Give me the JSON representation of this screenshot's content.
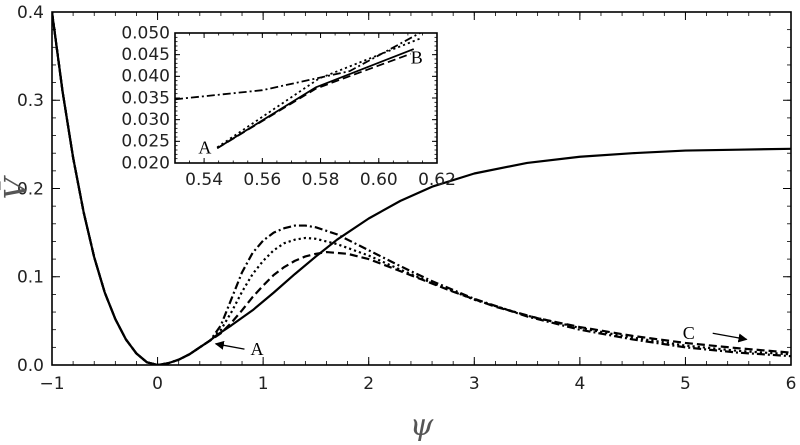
{
  "chart_data": [
    {
      "type": "line",
      "title": "",
      "xlabel": "ψ",
      "ylabel": "V̄",
      "xlim": [
        -1,
        6
      ],
      "ylim": [
        0,
        0.4
      ],
      "xticks": [
        -1,
        0,
        1,
        2,
        3,
        4,
        5,
        6
      ],
      "yticks": [
        "0.0",
        "0.1",
        "0.2",
        "0.3",
        "0.4"
      ],
      "frame": true,
      "grid": false,
      "series": [
        {
          "style": "solid",
          "points": [
            [
              -1,
              0.4
            ],
            [
              -0.9,
              0.31
            ],
            [
              -0.8,
              0.235
            ],
            [
              -0.7,
              0.173
            ],
            [
              -0.6,
              0.122
            ],
            [
              -0.5,
              0.082
            ],
            [
              -0.4,
              0.052
            ],
            [
              -0.3,
              0.029
            ],
            [
              -0.2,
              0.013
            ],
            [
              -0.1,
              0.003
            ],
            [
              0,
              0
            ],
            [
              0.1,
              0.002
            ],
            [
              0.2,
              0.006
            ],
            [
              0.3,
              0.012
            ],
            [
              0.4,
              0.02
            ],
            [
              0.5,
              0.028
            ],
            [
              0.55,
              0.033
            ],
            [
              0.7,
              0.045
            ],
            [
              0.9,
              0.062
            ],
            [
              1.1,
              0.082
            ],
            [
              1.3,
              0.103
            ],
            [
              1.5,
              0.123
            ],
            [
              1.7,
              0.142
            ],
            [
              2.0,
              0.166
            ],
            [
              2.3,
              0.186
            ],
            [
              2.6,
              0.202
            ],
            [
              3.0,
              0.217
            ],
            [
              3.5,
              0.229
            ],
            [
              4.0,
              0.236
            ],
            [
              4.5,
              0.24
            ],
            [
              5.0,
              0.243
            ],
            [
              5.5,
              0.244
            ],
            [
              6.0,
              0.245
            ]
          ]
        },
        {
          "style": "dashed",
          "points": [
            [
              -1,
              0.4
            ],
            [
              -0.9,
              0.31
            ],
            [
              -0.8,
              0.235
            ],
            [
              -0.7,
              0.173
            ],
            [
              -0.6,
              0.122
            ],
            [
              -0.5,
              0.082
            ],
            [
              -0.4,
              0.052
            ],
            [
              -0.3,
              0.029
            ],
            [
              -0.2,
              0.013
            ],
            [
              -0.1,
              0.003
            ],
            [
              0,
              0
            ],
            [
              0.1,
              0.002
            ],
            [
              0.2,
              0.006
            ],
            [
              0.3,
              0.012
            ],
            [
              0.4,
              0.02
            ],
            [
              0.5,
              0.028
            ],
            [
              0.6,
              0.036
            ],
            [
              0.7,
              0.048
            ],
            [
              0.8,
              0.062
            ],
            [
              0.9,
              0.077
            ],
            [
              1.0,
              0.09
            ],
            [
              1.1,
              0.102
            ],
            [
              1.2,
              0.111
            ],
            [
              1.3,
              0.118
            ],
            [
              1.4,
              0.123
            ],
            [
              1.5,
              0.126
            ],
            [
              1.6,
              0.128
            ],
            [
              1.8,
              0.126
            ],
            [
              2.0,
              0.12
            ],
            [
              2.2,
              0.111
            ],
            [
              2.5,
              0.097
            ],
            [
              2.8,
              0.083
            ],
            [
              3.2,
              0.066
            ],
            [
              3.6,
              0.053
            ],
            [
              4.0,
              0.043
            ],
            [
              4.5,
              0.033
            ],
            [
              5.0,
              0.025
            ],
            [
              5.5,
              0.019
            ],
            [
              6.0,
              0.014
            ]
          ]
        },
        {
          "style": "dotted",
          "points": [
            [
              -1,
              0.4
            ],
            [
              -0.9,
              0.31
            ],
            [
              -0.8,
              0.235
            ],
            [
              -0.7,
              0.173
            ],
            [
              -0.6,
              0.122
            ],
            [
              -0.5,
              0.082
            ],
            [
              -0.4,
              0.052
            ],
            [
              -0.3,
              0.029
            ],
            [
              -0.2,
              0.013
            ],
            [
              -0.1,
              0.003
            ],
            [
              0,
              0
            ],
            [
              0.1,
              0.002
            ],
            [
              0.2,
              0.006
            ],
            [
              0.3,
              0.012
            ],
            [
              0.4,
              0.02
            ],
            [
              0.5,
              0.028
            ],
            [
              0.6,
              0.04
            ],
            [
              0.7,
              0.06
            ],
            [
              0.8,
              0.083
            ],
            [
              0.9,
              0.103
            ],
            [
              1.0,
              0.118
            ],
            [
              1.1,
              0.13
            ],
            [
              1.2,
              0.138
            ],
            [
              1.3,
              0.142
            ],
            [
              1.4,
              0.144
            ],
            [
              1.5,
              0.143
            ],
            [
              1.7,
              0.137
            ],
            [
              2.0,
              0.124
            ],
            [
              2.3,
              0.108
            ],
            [
              2.6,
              0.093
            ],
            [
              3.0,
              0.074
            ],
            [
              3.5,
              0.056
            ],
            [
              4.0,
              0.042
            ],
            [
              4.5,
              0.031
            ],
            [
              5.0,
              0.022
            ],
            [
              5.5,
              0.016
            ],
            [
              6.0,
              0.012
            ]
          ]
        },
        {
          "style": "dashdot",
          "points": [
            [
              -1,
              0.4
            ],
            [
              -0.9,
              0.31
            ],
            [
              -0.8,
              0.235
            ],
            [
              -0.7,
              0.173
            ],
            [
              -0.6,
              0.122
            ],
            [
              -0.5,
              0.082
            ],
            [
              -0.4,
              0.052
            ],
            [
              -0.3,
              0.029
            ],
            [
              -0.2,
              0.013
            ],
            [
              -0.1,
              0.003
            ],
            [
              0,
              0
            ],
            [
              0.1,
              0.002
            ],
            [
              0.2,
              0.006
            ],
            [
              0.3,
              0.012
            ],
            [
              0.4,
              0.02
            ],
            [
              0.5,
              0.028
            ],
            [
              0.6,
              0.045
            ],
            [
              0.7,
              0.075
            ],
            [
              0.8,
              0.105
            ],
            [
              0.9,
              0.127
            ],
            [
              1.0,
              0.141
            ],
            [
              1.1,
              0.15
            ],
            [
              1.2,
              0.155
            ],
            [
              1.3,
              0.158
            ],
            [
              1.4,
              0.158
            ],
            [
              1.5,
              0.156
            ],
            [
              1.7,
              0.148
            ],
            [
              2.0,
              0.13
            ],
            [
              2.3,
              0.112
            ],
            [
              2.6,
              0.095
            ],
            [
              3.0,
              0.075
            ],
            [
              3.5,
              0.055
            ],
            [
              4.0,
              0.04
            ],
            [
              4.5,
              0.029
            ],
            [
              5.0,
              0.02
            ],
            [
              5.5,
              0.014
            ],
            [
              6.0,
              0.01
            ]
          ]
        }
      ],
      "annotations": [
        {
          "text": "A",
          "arrow_from": [
            0.88,
            0.018
          ],
          "arrow_to": [
            0.55,
            0.024
          ]
        },
        {
          "text": "C",
          "arrow_from": [
            5.05,
            0.036
          ],
          "arrow_to": [
            5.58,
            0.029
          ]
        }
      ]
    },
    {
      "type": "line",
      "role": "inset",
      "xlim": [
        0.53,
        0.62
      ],
      "ylim": [
        0.02,
        0.05
      ],
      "xticks": [
        "0.54",
        "0.56",
        "0.58",
        "0.60",
        "0.62"
      ],
      "yticks": [
        "0.020",
        "0.025",
        "0.030",
        "0.035",
        "0.040",
        "0.045",
        "0.050"
      ],
      "frame": true,
      "grid": false,
      "series": [
        {
          "style": "solid",
          "points": [
            [
              0.5445,
              0.0234
            ],
            [
              0.5785,
              0.0375
            ],
            [
              0.612,
              0.0463
            ]
          ]
        },
        {
          "style": "dashed",
          "points": [
            [
              0.5445,
              0.0234
            ],
            [
              0.5785,
              0.0372
            ],
            [
              0.611,
              0.0452
            ]
          ]
        },
        {
          "style": "dotted",
          "points": [
            [
              0.5445,
              0.0236
            ],
            [
              0.5795,
              0.0395
            ],
            [
              0.6145,
              0.0488
            ]
          ]
        },
        {
          "style": "dashdot",
          "points": [
            [
              0.53,
              0.0347
            ],
            [
              0.56,
              0.0368
            ],
            [
              0.59,
              0.0412
            ],
            [
              0.6155,
              0.0505
            ]
          ]
        }
      ],
      "annotations": [
        {
          "text": "A",
          "at": [
            0.5425,
            0.0236
          ]
        },
        {
          "text": "B",
          "at": [
            0.611,
            0.0443
          ]
        }
      ]
    }
  ]
}
